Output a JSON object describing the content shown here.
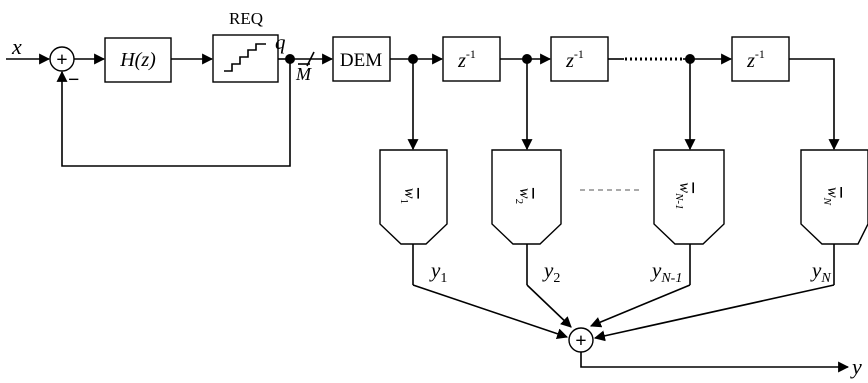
{
  "signals": {
    "input": "x",
    "output": "y",
    "quantized": "q",
    "bits": "M"
  },
  "blocks": {
    "loop_filter": "H(z)",
    "quantizer": "REQ",
    "dem": "DEM",
    "delay": "z",
    "delay_exp": "-1"
  },
  "summer_symbol": "+",
  "minus_sign": "−",
  "weights": {
    "w1": "w",
    "w1_sub": "1",
    "w2": "w",
    "w2_sub": "2",
    "wn1": "w",
    "wn1_sub": "N-1",
    "wn": "w",
    "wn_sub": "N"
  },
  "outputs": {
    "y1": "y",
    "y1_sub": "1",
    "y2": "y",
    "y2_sub": "2",
    "yn1": "y",
    "yn1_sub": "N-1",
    "yn": "y",
    "yn_sub": "N"
  }
}
